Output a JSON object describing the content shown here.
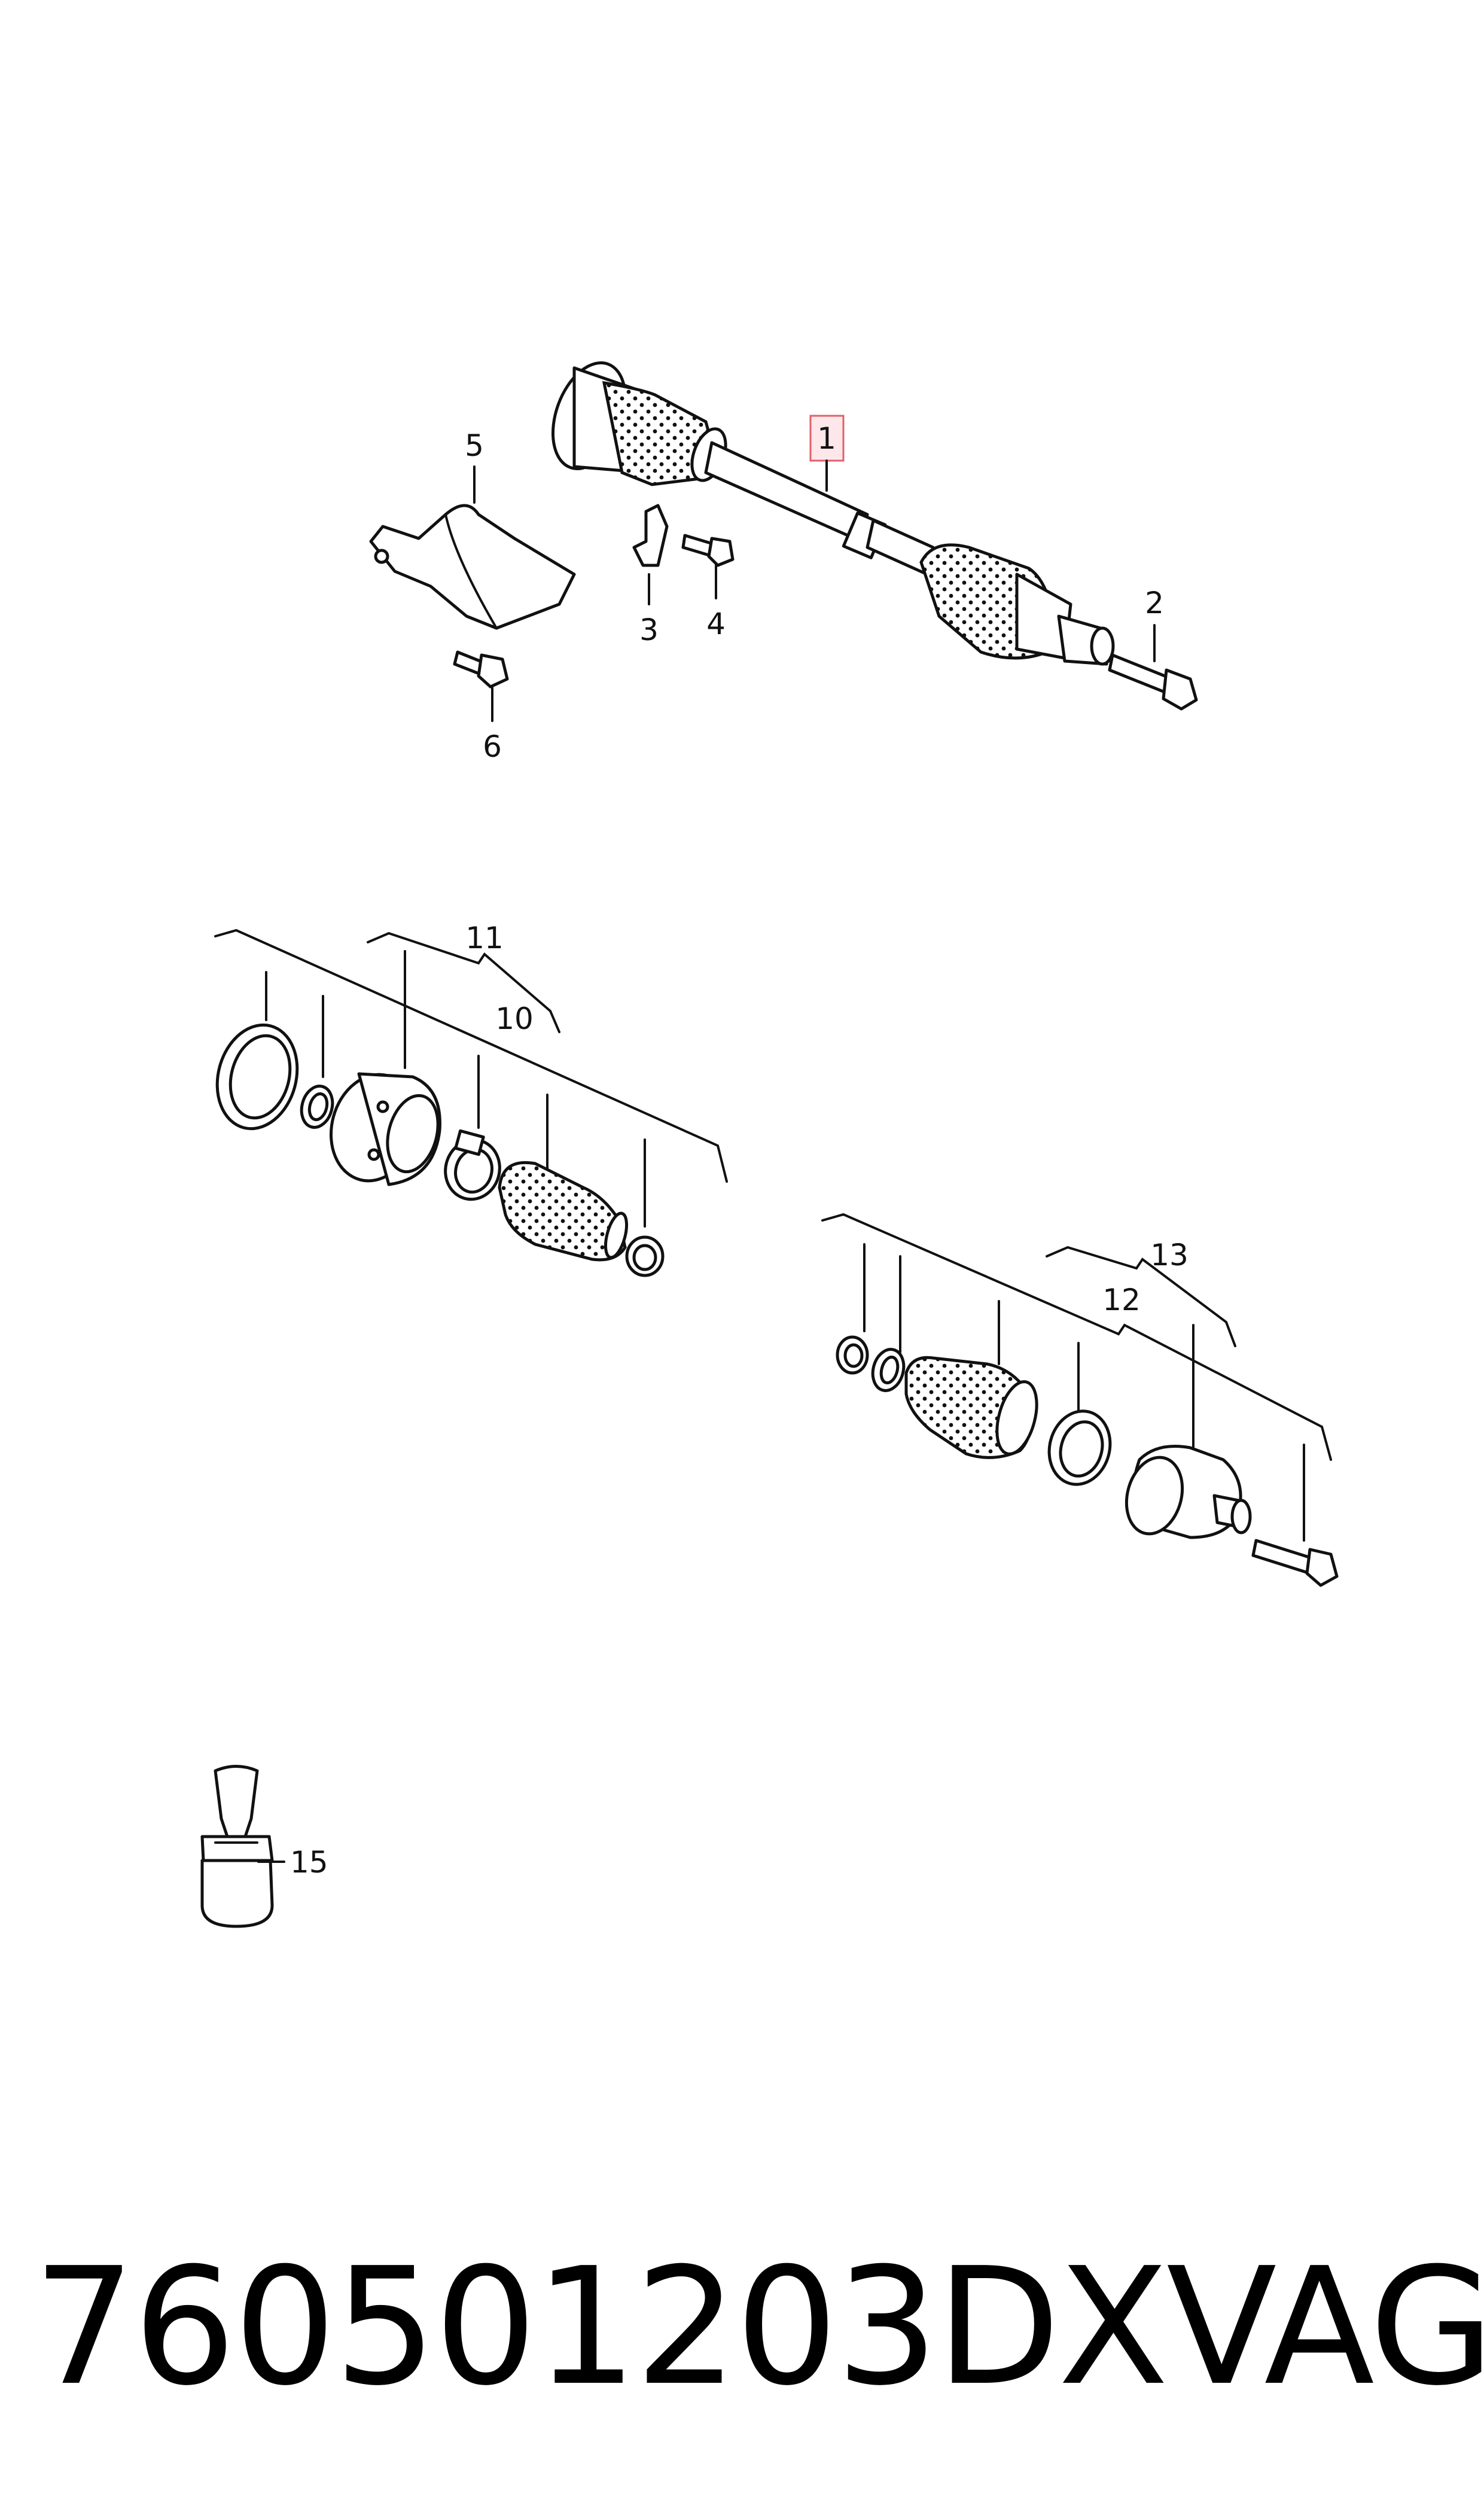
{
  "callouts": {
    "c1": "1",
    "c2": "2",
    "c3": "3",
    "c4": "4",
    "c5": "5",
    "c6": "6",
    "c10": "10",
    "c11": "11",
    "c12": "12",
    "c13": "13",
    "c15": "15"
  },
  "footer": {
    "part_number": "760501203DX",
    "brand": "VAG"
  },
  "highlight_color": "#e0606a"
}
